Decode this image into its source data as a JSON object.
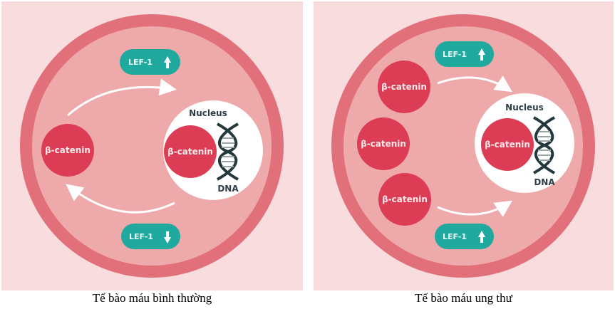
{
  "colors": {
    "background": "#f9dcde",
    "membrane": "#e2707a",
    "cytoplasm": "#eeaaaa",
    "beta_catenin": "#dc3d55",
    "lef1": "#1fa99f",
    "nucleus": "#ffffff",
    "dna": "#22383d"
  },
  "panels": [
    {
      "id": "normal",
      "caption": "Tế bào máu bình thường",
      "lef1_top": {
        "label": "LEF-1",
        "arrow": "up"
      },
      "lef1_bottom": {
        "label": "LEF-1",
        "arrow": "down"
      },
      "cytoplasm_beta_catenin": [
        "β-catenin"
      ],
      "nucleus": {
        "label": "Nucleus",
        "beta_catenin": "β-catenin",
        "dna_label": "DNA"
      }
    },
    {
      "id": "cancer",
      "caption": "Tế bào máu ung thư",
      "lef1_top": {
        "label": "LEF-1",
        "arrow": "up"
      },
      "lef1_bottom": {
        "label": "LEF-1",
        "arrow": "up"
      },
      "cytoplasm_beta_catenin": [
        "β-catenin",
        "β-catenin",
        "β-catenin"
      ],
      "nucleus": {
        "label": "Nucleus",
        "beta_catenin": "β-catenin",
        "dna_label": "DNA"
      }
    }
  ]
}
